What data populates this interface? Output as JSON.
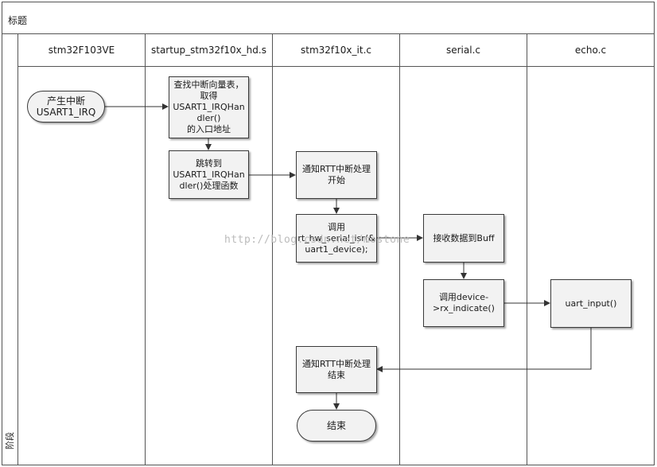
{
  "title": "标题",
  "stage_label": "阶段",
  "lanes": [
    {
      "label": "stm32F103VE"
    },
    {
      "label": "startup_stm32f10x_hd.s"
    },
    {
      "label": "stm32f10x_it.c"
    },
    {
      "label": "serial.c"
    },
    {
      "label": "echo.c"
    }
  ],
  "nodes": {
    "start": "产生中断\nUSART1_IRQ",
    "lookup": "查找中断向量表，\n取得\nUSART1_IRQHan\ndler()\n的入口地址",
    "jump": "跳转到\nUSART1_IRQHan\ndler()处理函数",
    "notify_start": "通知RTT中断处理\n开始",
    "call_isr": "调用\nrt_hw_serial_isr(&\nuart1_device);",
    "receive": "接收数据到Buff",
    "call_indicate": "调用device-\n>rx_indicate()",
    "uart_input": "uart_input()",
    "notify_end": "通知RTT中断处理\n结束",
    "end": "结束"
  },
  "watermark": "http://blog.csdn.net/mostone"
}
